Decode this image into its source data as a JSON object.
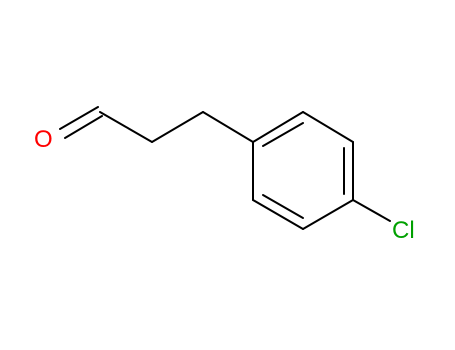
{
  "molecule": {
    "atoms": [
      {
        "id": "O",
        "label": "O",
        "color": "#ff0000"
      },
      {
        "id": "Cl",
        "label": "Cl",
        "color": "#00a000"
      }
    ],
    "bond_color": "#000000"
  }
}
